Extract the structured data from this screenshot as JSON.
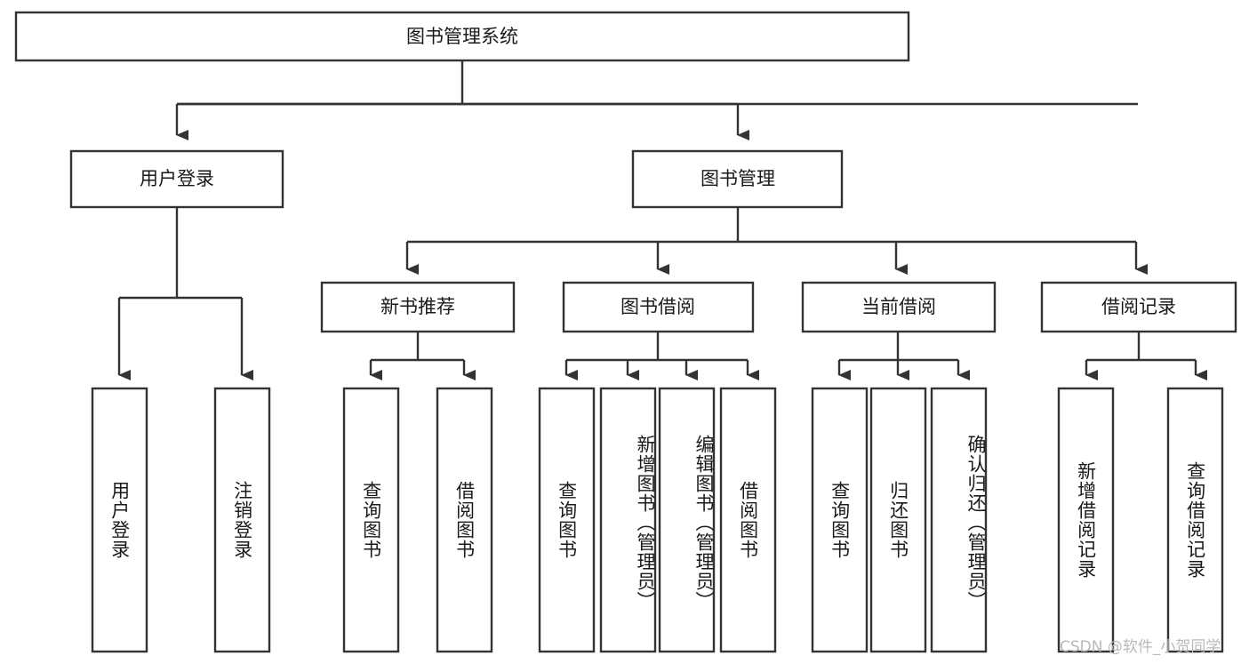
{
  "diagram": {
    "type": "tree-hierarchy",
    "title": "图书管理系统",
    "root": {
      "id": "root",
      "label": "图书管理系统"
    },
    "level2": [
      {
        "id": "user-login",
        "label": "用户登录"
      },
      {
        "id": "book-manage",
        "label": "图书管理"
      }
    ],
    "level3": [
      {
        "id": "new-book-recommend",
        "label": "新书推荐",
        "parent": "book-manage"
      },
      {
        "id": "book-borrow",
        "label": "图书借阅",
        "parent": "book-manage"
      },
      {
        "id": "current-borrow",
        "label": "当前借阅",
        "parent": "book-manage"
      },
      {
        "id": "borrow-record",
        "label": "借阅记录",
        "parent": "book-manage"
      }
    ],
    "leaves": [
      {
        "id": "leaf-user-login",
        "label": "用户登录",
        "parent": "user-login"
      },
      {
        "id": "leaf-logout",
        "label": "注销登录",
        "parent": "user-login"
      },
      {
        "id": "leaf-query-book-1",
        "label": "查询图书",
        "parent": "new-book-recommend"
      },
      {
        "id": "leaf-borrow-book-1",
        "label": "借阅图书",
        "parent": "new-book-recommend"
      },
      {
        "id": "leaf-query-book-2",
        "label": "查询图书",
        "parent": "book-borrow"
      },
      {
        "id": "leaf-add-book",
        "label": "新增图书（管理员）",
        "parent": "book-borrow"
      },
      {
        "id": "leaf-edit-book",
        "label": "编辑图书（管理员）",
        "parent": "book-borrow"
      },
      {
        "id": "leaf-borrow-book-2",
        "label": "借阅图书",
        "parent": "book-borrow"
      },
      {
        "id": "leaf-query-book-3",
        "label": "查询图书",
        "parent": "current-borrow"
      },
      {
        "id": "leaf-return-book",
        "label": "归还图书",
        "parent": "current-borrow"
      },
      {
        "id": "leaf-confirm-return",
        "label": "确认归还（管理员）",
        "parent": "current-borrow"
      },
      {
        "id": "leaf-add-record",
        "label": "新增借阅记录",
        "parent": "borrow-record"
      },
      {
        "id": "leaf-query-record",
        "label": "查询借阅记录",
        "parent": "borrow-record"
      }
    ],
    "colors": {
      "box_stroke": "#333333",
      "box_fill": "#ffffff",
      "connector": "#333333",
      "text": "#1a1a1a",
      "watermark": "#b9b9b9",
      "background": "#ffffff"
    }
  },
  "watermark": {
    "text": "CSDN @软件_小贺同学"
  }
}
